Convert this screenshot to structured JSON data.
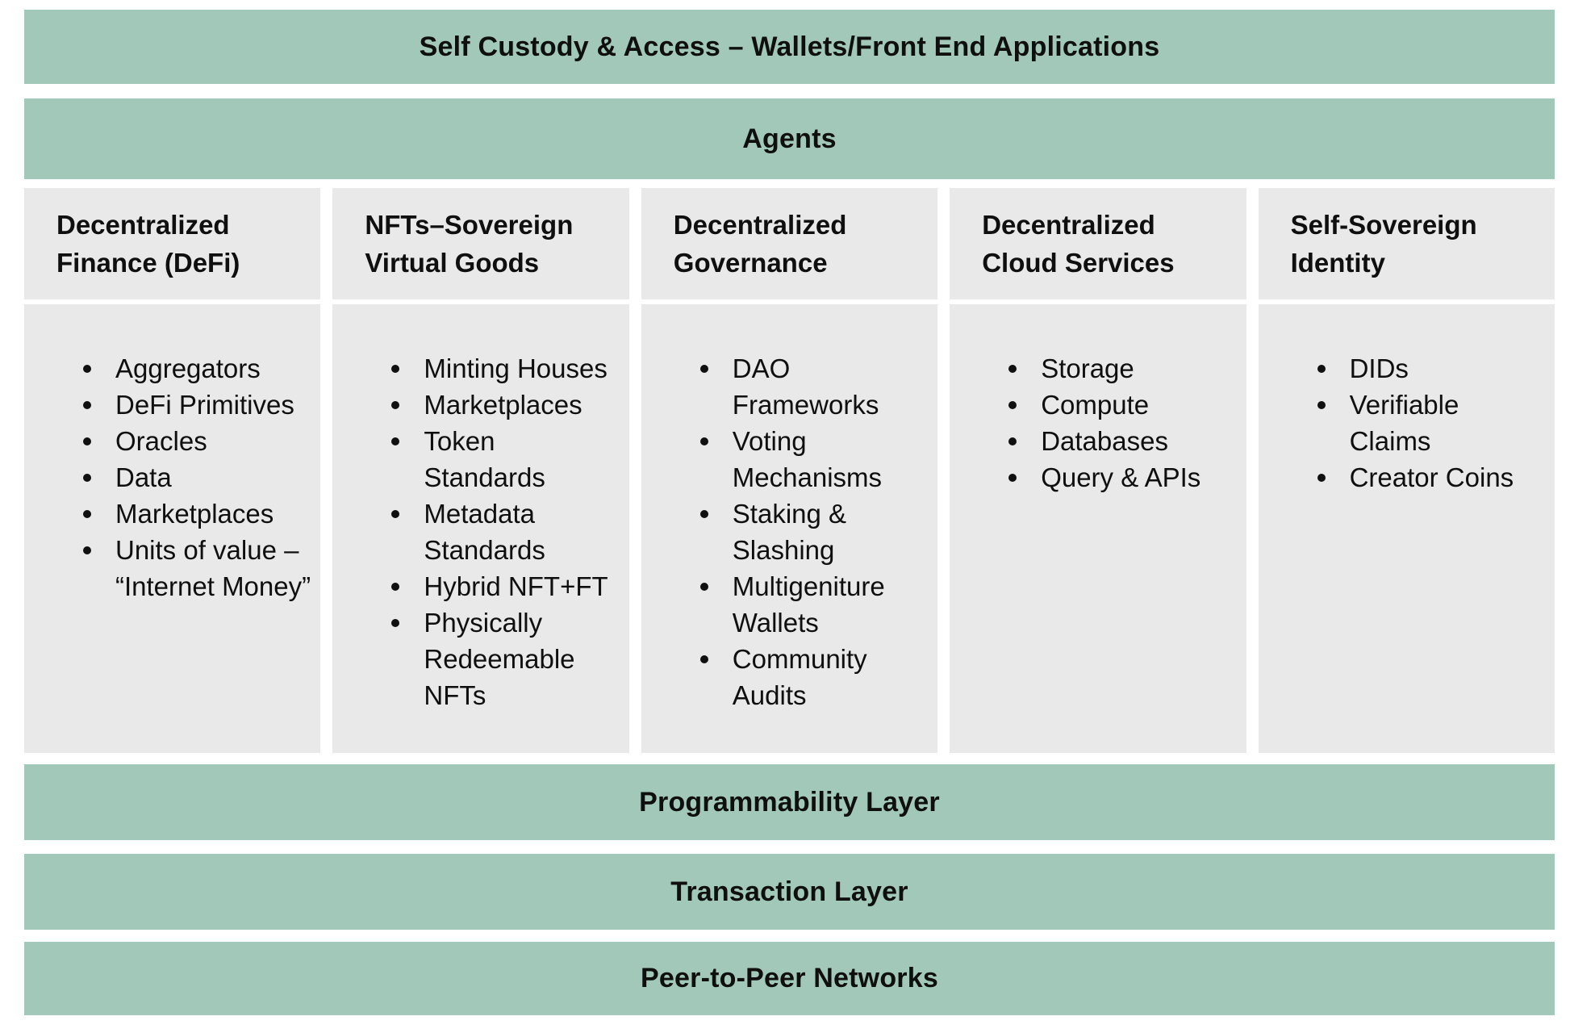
{
  "colors": {
    "bar_green": "#a1c8b9",
    "panel_gray": "#e9e9e9",
    "text": "#0f0f0f",
    "background": "#ffffff"
  },
  "top_bars": [
    {
      "label": "Self Custody & Access – Wallets/Front End Applications"
    },
    {
      "label": "Agents"
    }
  ],
  "columns": [
    {
      "header": "Decentralized Finance (DeFi)",
      "items": [
        "Aggregators",
        "DeFi Primitives",
        "Oracles",
        "Data",
        "Marketplaces",
        "Units of value – “Internet Money”"
      ]
    },
    {
      "header": "NFTs–Sovereign Virtual Goods",
      "items": [
        "Minting Houses",
        "Marketplaces",
        "Token Standards",
        "Metadata Standards",
        "Hybrid NFT+FT",
        "Physically Redeemable NFTs"
      ]
    },
    {
      "header": "Decentralized Governance",
      "items": [
        "DAO Frameworks",
        "Voting Mechanisms",
        "Staking & Slashing",
        "Multigeniture Wallets",
        "Community Audits"
      ]
    },
    {
      "header": "Decentralized Cloud Services",
      "items": [
        "Storage",
        "Compute",
        "Databases",
        "Query & APIs"
      ]
    },
    {
      "header": "Self-Sovereign Identity",
      "items": [
        "DIDs",
        "Verifiable Claims",
        "Creator Coins"
      ]
    }
  ],
  "bottom_bars": [
    {
      "label": "Programmability Layer"
    },
    {
      "label": "Transaction Layer"
    },
    {
      "label": "Peer-to-Peer Networks"
    }
  ]
}
